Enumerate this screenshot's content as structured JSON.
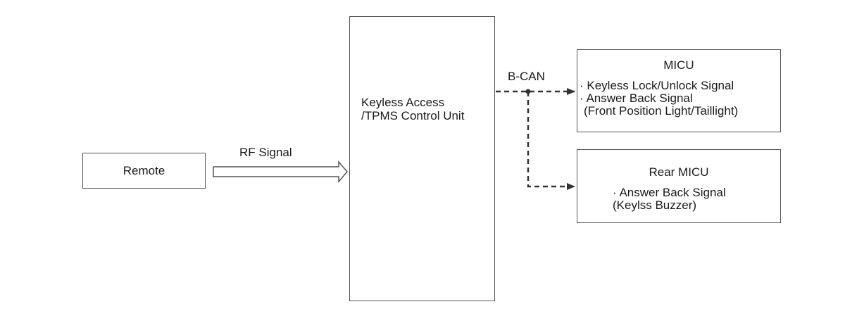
{
  "remote": {
    "label": "Remote"
  },
  "rf_signal": {
    "label": "RF Signal"
  },
  "control_unit": {
    "line1": "Keyless Access",
    "line2": "/TPMS Control Unit"
  },
  "bus": {
    "label": "B-CAN"
  },
  "micu": {
    "title": "MICU",
    "items": [
      "· Keyless Lock/Unlock Signal",
      "· Answer Back Signal",
      "(Front Position Light/Taillight)"
    ]
  },
  "rear_micu": {
    "title": "Rear MICU",
    "items": [
      "· Answer Back Signal",
      "(Keylss Buzzer)"
    ]
  },
  "colors": {
    "line": "#333333",
    "border": "#555555"
  }
}
